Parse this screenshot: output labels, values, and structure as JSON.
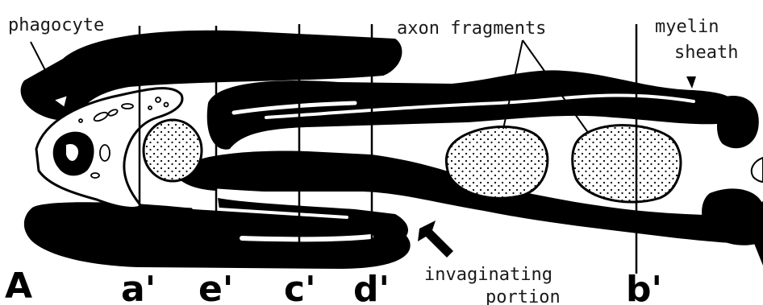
{
  "figure": {
    "panel_letter": "A",
    "labels": {
      "phagocyte": "phagocyte",
      "axon_fragments": "axon fragments",
      "myelin_line1": "myelin",
      "myelin_line2": "sheath",
      "invaginating_line1": "invaginating",
      "invaginating_line2": "portion"
    },
    "section_lines": [
      "a'",
      "e'",
      "c'",
      "d'",
      "b'"
    ]
  }
}
